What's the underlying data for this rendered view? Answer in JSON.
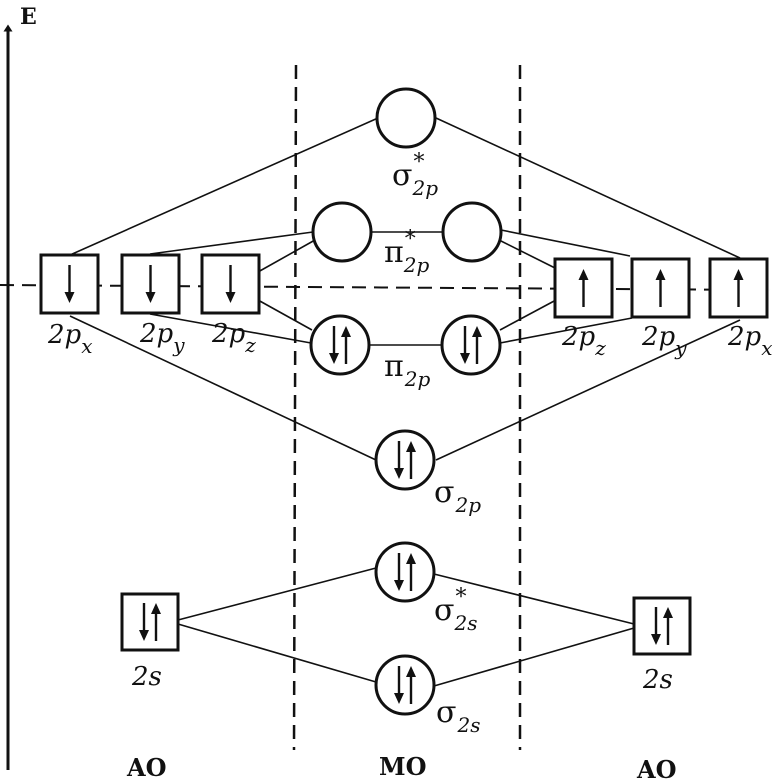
{
  "axis": {
    "energy_label": "E"
  },
  "columns": {
    "left": "AO",
    "middle": "MO",
    "right": "AO"
  },
  "orbitals": {
    "sigma2p_star": {
      "symbol": "σ",
      "star": "*",
      "sub": "2p",
      "electrons": 0
    },
    "pi2p_star": {
      "symbol": "π",
      "star": "*",
      "sub": "2p",
      "electrons": 0
    },
    "pi2p": {
      "symbol": "π",
      "sub": "2p",
      "electrons": 4
    },
    "sigma2p": {
      "symbol": "σ",
      "sub": "2p",
      "electrons": 2
    },
    "sigma2s_star": {
      "symbol": "σ",
      "star": "*",
      "sub": "2s",
      "electrons": 2
    },
    "sigma2s": {
      "symbol": "σ",
      "sub": "2s",
      "electrons": 2
    }
  },
  "left_ao": {
    "p": [
      {
        "main": "2p",
        "sub": "x",
        "spin": "down"
      },
      {
        "main": "2p",
        "sub": "y",
        "spin": "down"
      },
      {
        "main": "2p",
        "sub": "z",
        "spin": "down"
      }
    ],
    "s": {
      "label": "2s",
      "spin": "pair"
    }
  },
  "right_ao": {
    "p": [
      {
        "main": "2p",
        "sub": "z",
        "spin": "up"
      },
      {
        "main": "2p",
        "sub": "y",
        "spin": "up"
      },
      {
        "main": "2p",
        "sub": "x",
        "spin": "up"
      }
    ],
    "s": {
      "label": "2s",
      "spin": "pair"
    }
  }
}
